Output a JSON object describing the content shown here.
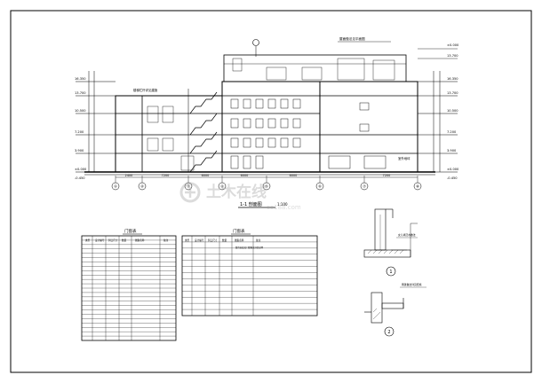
{
  "drawing": {
    "section_title": "1-1 剖面图",
    "section_scale": "1:100",
    "roof_note": "屋面做法见平面图",
    "notes": {
      "top_right": "±0.000",
      "roof_mark": "13.700",
      "stair_note": "楼梯栏杆详见建施",
      "ground_label": "室外地坪"
    }
  },
  "elevations_left": [
    "16.350",
    "13.700",
    "10.500",
    "7.200",
    "3.900",
    "±0.000",
    "-0.450"
  ],
  "elevations_right": [
    "16.350",
    "13.700",
    "10.500",
    "7.200",
    "3.900",
    "±0.000",
    "-0.450"
  ],
  "axes": [
    "①",
    "②",
    "③",
    "④",
    "⑤",
    "⑥",
    "⑦",
    "⑧"
  ],
  "dimensions_bottom": [
    "2400",
    "7200",
    "6000",
    "6000",
    "6000",
    "7200"
  ],
  "table_left": {
    "title": "门窗表",
    "headers": [
      "类型",
      "设计编号",
      "洞口尺寸",
      "数量",
      "图集名称",
      "备注"
    ],
    "rows_count": 23
  },
  "table_right": {
    "title": "门窗表",
    "headers": [
      "类型",
      "设计编号",
      "洞口尺寸",
      "数量",
      "图集名称",
      "备注"
    ],
    "note": "窗台高度及门窗做法详见说明",
    "rows_count": 12
  },
  "details": {
    "detail1_mark": "1",
    "detail2_mark": "2",
    "detail1_note": "女儿墙泛水做法",
    "detail2_note": "雨篷做法详见结施"
  },
  "watermark": {
    "brand": "土木在线",
    "url": "co188.com"
  }
}
